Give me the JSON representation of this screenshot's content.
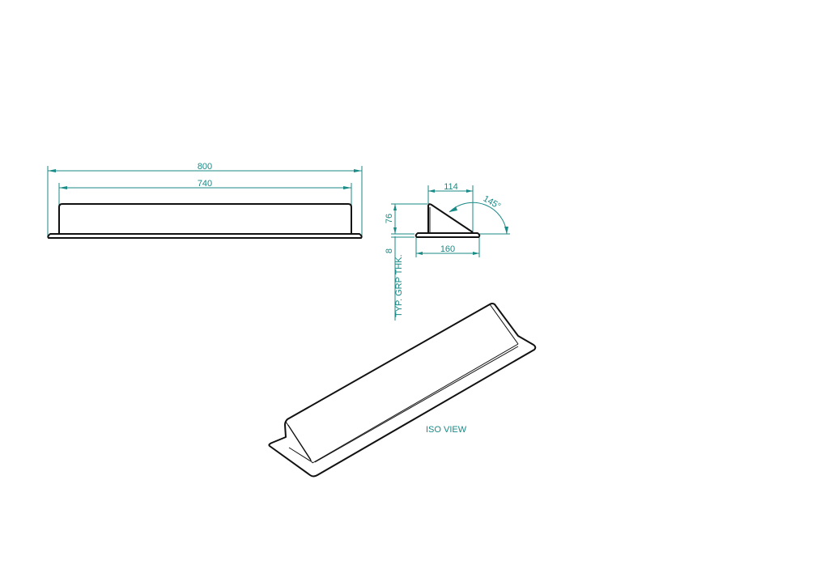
{
  "drawing": {
    "front_view": {
      "overall_length": "800",
      "inner_length": "740"
    },
    "side_view": {
      "top_width": "114",
      "height": "76",
      "base_width": "160",
      "thickness": "8",
      "angle": "145°",
      "thickness_note": "TYP. GRP THK."
    },
    "iso_view": {
      "label": "ISO VIEW"
    },
    "colors": {
      "dimension": "#1a8a86",
      "object": "#111111"
    }
  }
}
